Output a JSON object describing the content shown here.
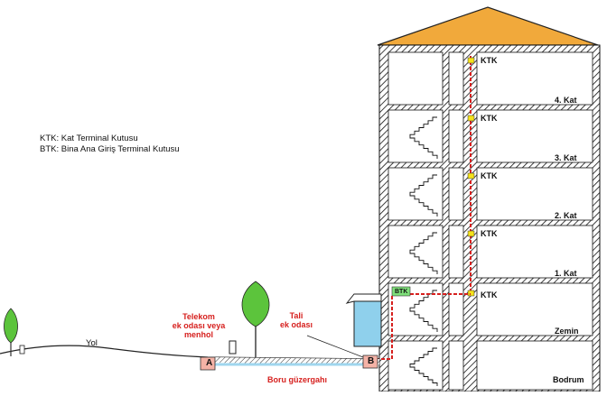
{
  "legend": {
    "ktk": "KTK: Kat Terminal Kutusu",
    "btk": "BTK: Bina Ana Giriş Terminal Kutusu"
  },
  "floors": [
    {
      "floor_label": "4. Kat",
      "box": "KTK"
    },
    {
      "floor_label": "3. Kat",
      "box": "KTK"
    },
    {
      "floor_label": "2. Kat",
      "box": "KTK"
    },
    {
      "floor_label": "1. Kat",
      "box": "KTK"
    },
    {
      "floor_label": "Zemin",
      "box": "KTK"
    },
    {
      "floor_label": "Bodrum",
      "box": ""
    }
  ],
  "btk_label": "BTK",
  "road_label": "Yol",
  "telekom_label": {
    "line1": "Telekom",
    "line2": "ek odası veya",
    "line3": "menhol"
  },
  "tali_label": {
    "line1": "Tali",
    "line2": "ek odası"
  },
  "point_a": "A",
  "point_b": "B",
  "pipe_label": "Boru güzergahı",
  "colors": {
    "roof": "#f1a93b",
    "cable": "#d6201e",
    "terminal_box": "#f5e21a",
    "btk_box": "#7ee07a",
    "water_tank": "#8fd0ec",
    "pipe": "#9fd6ee",
    "tree": "#5cc43c",
    "point_marker": "#f4b2a6"
  }
}
